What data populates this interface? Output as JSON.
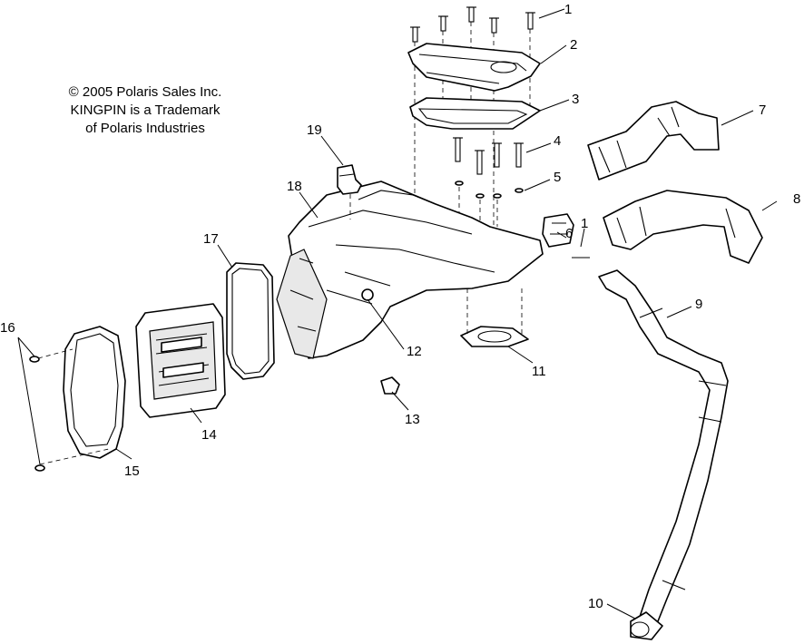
{
  "copyright": {
    "line1": "© 2005 Polaris Sales Inc.",
    "line2": "KINGPIN is a Trademark",
    "line3": "of Polaris Industries"
  },
  "callouts": {
    "c1a": "1",
    "c1b": "1",
    "c2": "2",
    "c3": "3",
    "c4": "4",
    "c5": "5",
    "c6": "6",
    "c7": "7",
    "c8": "8",
    "c9": "9",
    "c10": "10",
    "c11": "11",
    "c12": "12",
    "c13": "13",
    "c14": "14",
    "c15": "15",
    "c16": "16",
    "c17": "17",
    "c18": "18",
    "c19": "19"
  }
}
